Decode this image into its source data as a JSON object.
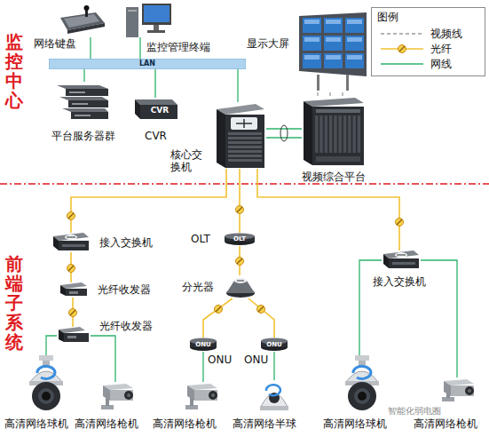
{
  "diagram": {
    "nodes": [
      {
        "text": [
          "网络键盘"
        ]
      },
      {
        "text": [
          "监控管理终端"
        ]
      },
      {
        "text": [
          "显示大屏"
        ]
      },
      {
        "text": [
          "LAN"
        ]
      },
      {
        "text": [
          "平台服务器群"
        ]
      },
      {
        "text": [
          "CVR",
          "CVR"
        ]
      },
      {
        "text": [
          "核心交换机"
        ]
      },
      {
        "text": [
          "视频综合平台"
        ]
      },
      {
        "text": [
          "接入交换机"
        ]
      },
      {
        "text": [
          "OLT",
          "OLT"
        ]
      },
      {
        "text": [
          "接入交换机"
        ]
      },
      {
        "text": [
          "光纤收发器"
        ]
      },
      {
        "text": [
          "分光器"
        ]
      },
      {
        "text": [
          "光纤收发器"
        ]
      },
      {
        "text": [
          "ONU",
          "ONU"
        ]
      },
      {
        "text": [
          "ONU",
          "ONU"
        ]
      },
      {
        "text": [
          "高清网络球机"
        ]
      },
      {
        "text": [
          "高清网络枪机"
        ]
      },
      {
        "text": [
          "高清网络枪机"
        ]
      },
      {
        "text": [
          "高清网络半球"
        ]
      },
      {
        "text": [
          "高清网络球机"
        ]
      },
      {
        "text": [
          "高清网络枪机"
        ]
      }
    ],
    "edges": [
      {
        "from": 0,
        "to": 3,
        "arrow": "none"
      },
      {
        "from": 1,
        "to": 3,
        "arrow": "none"
      },
      {
        "from": 3,
        "to": 4,
        "arrow": "none"
      },
      {
        "from": 3,
        "to": 5,
        "arrow": "none"
      },
      {
        "from": 3,
        "to": 6,
        "arrow": "none"
      },
      {
        "from": 7,
        "to": 2,
        "arrow": "none"
      },
      {
        "from": 6,
        "to": 7,
        "arrow": "none"
      },
      {
        "from": 6,
        "to": 8,
        "arrow": "none"
      },
      {
        "from": 6,
        "to": 9,
        "arrow": "none"
      },
      {
        "from": 6,
        "to": 10,
        "arrow": "none"
      },
      {
        "from": 8,
        "to": 11,
        "arrow": "none"
      },
      {
        "from": 11,
        "to": 13,
        "arrow": "none"
      },
      {
        "from": 13,
        "to": 16,
        "arrow": "none"
      },
      {
        "from": 13,
        "to": 17,
        "arrow": "none"
      },
      {
        "from": 9,
        "to": 12,
        "arrow": "none"
      },
      {
        "from": 12,
        "to": 14,
        "arrow": "none"
      },
      {
        "from": 12,
        "to": 15,
        "arrow": "none"
      },
      {
        "from": 14,
        "to": 18,
        "arrow": "none"
      },
      {
        "from": 15,
        "to": 19,
        "arrow": "none"
      },
      {
        "from": 10,
        "to": 20,
        "arrow": "none"
      },
      {
        "from": 10,
        "to": 21,
        "arrow": "none"
      }
    ],
    "labels": [
      "监控中心",
      "前端子系统",
      "图例",
      "智能化弱电圈"
    ],
    "legend": [
      {
        "text": "视频线"
      },
      {
        "text": "光纤"
      },
      {
        "text": "网线"
      }
    ]
  }
}
